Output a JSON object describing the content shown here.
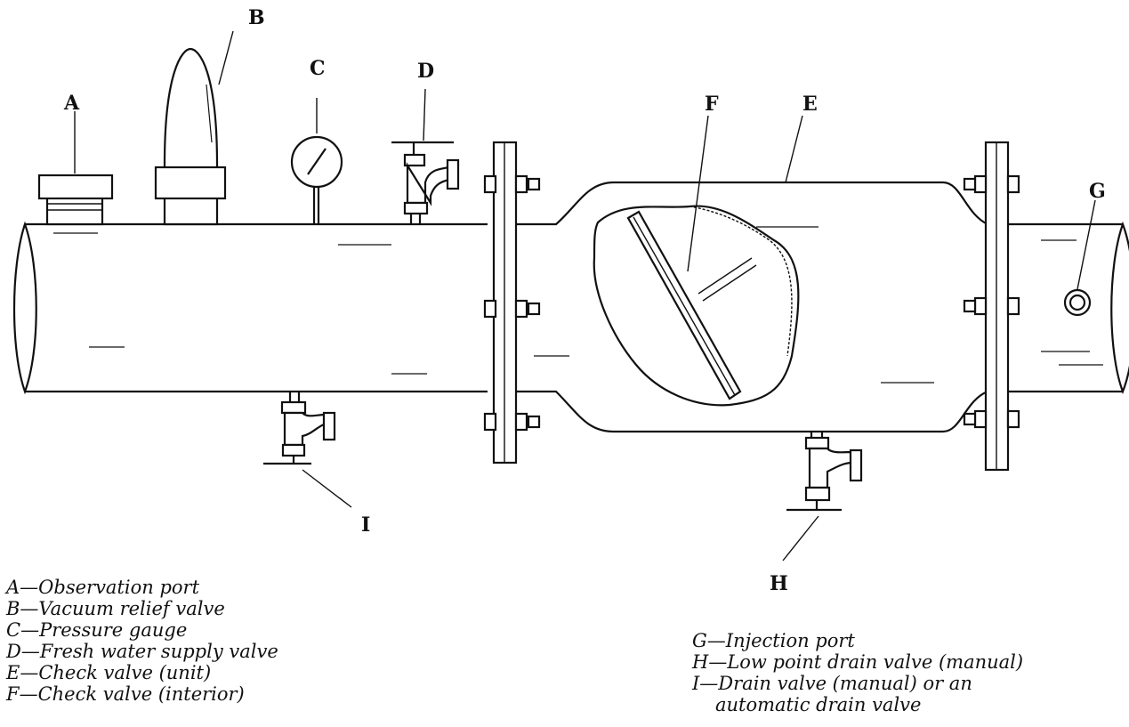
{
  "callouts": {
    "A": "A",
    "B": "B",
    "C": "C",
    "D": "D",
    "E": "E",
    "F": "F",
    "G": "G",
    "H": "H",
    "I": "I"
  },
  "legend": {
    "A": "A—Observation port",
    "B": "B—Vacuum relief valve",
    "C": "C—Pressure gauge",
    "D": "D—Fresh water supply valve",
    "E": "E—Check valve (unit)",
    "F": "F—Check valve (interior)",
    "G": "G—Injection port",
    "H": "H—Low point drain valve (manual)",
    "I_line1": "I—Drain valve (manual) or an",
    "I_line2": "automatic drain valve"
  }
}
